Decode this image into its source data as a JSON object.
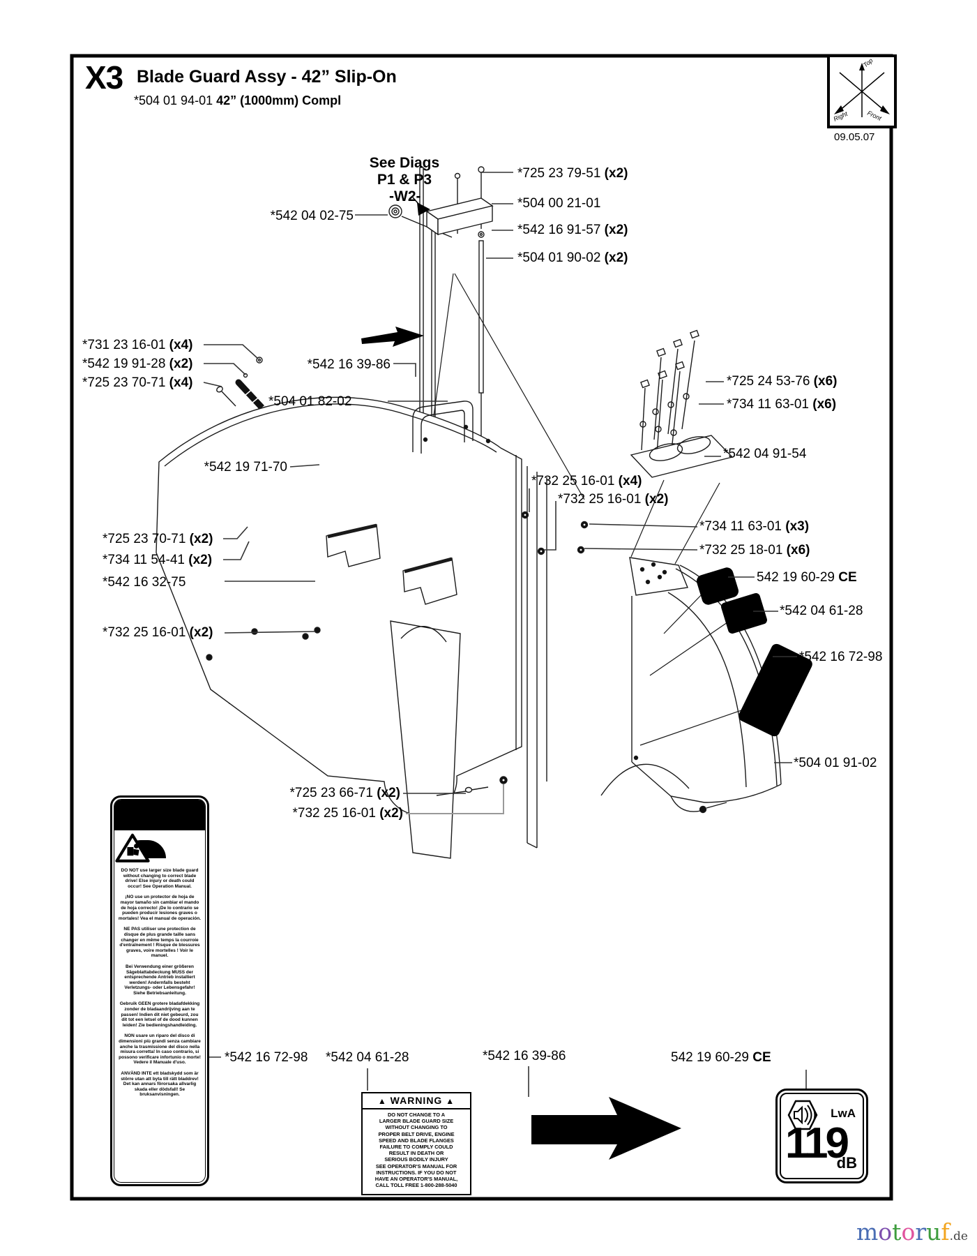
{
  "header": {
    "code": "X3",
    "title": "Blade Guard Assy - 42” Slip-On",
    "part_prefix": "*504 01 94-01 ",
    "part_bold": "42” (1000mm) Compl",
    "date": "09.05.07"
  },
  "orientation": {
    "top": "Top",
    "right": "Right",
    "front": "Front"
  },
  "diagram_note": {
    "line1": "See Diags",
    "line2": "P1 & P3",
    "w2": "-W2-"
  },
  "icons": {
    "warning_triangle": "▲"
  },
  "labels": [
    {
      "n": "*725 23 79-51",
      "q": "(x2)"
    },
    {
      "n": "*542 04 02-75",
      "q": ""
    },
    {
      "n": "*504 00 21-01",
      "q": ""
    },
    {
      "n": "*542 16 91-57",
      "q": "(x2)"
    },
    {
      "n": "*504 01 90-02",
      "q": "(x2)"
    },
    {
      "n": "*542 16 39-86",
      "q": ""
    },
    {
      "n": "*731 23 16-01",
      "q": "(x4)"
    },
    {
      "n": "*542 19 91-28",
      "q": "(x2)"
    },
    {
      "n": "*725 23 70-71",
      "q": "(x4)"
    },
    {
      "n": "*504 01 82-02",
      "q": ""
    },
    {
      "n": "*542 19 71-70",
      "q": ""
    },
    {
      "n": "*725 24 53-76",
      "q": "(x6)"
    },
    {
      "n": "*734 11 63-01",
      "q": "(x6)"
    },
    {
      "n": "*542 04 91-54",
      "q": ""
    },
    {
      "n": "*732 25 16-01",
      "q": "(x4)"
    },
    {
      "n": "*732 25 16-01",
      "q": "(x2)"
    },
    {
      "n": "*734 11 63-01",
      "q": "(x3)"
    },
    {
      "n": "*732 25 18-01",
      "q": "(x6)"
    },
    {
      "n": "542 19 60-29",
      "q": "CE"
    },
    {
      "n": "*542 04 61-28",
      "q": ""
    },
    {
      "n": "*542 16 72-98",
      "q": ""
    },
    {
      "n": "*504 01 91-02",
      "q": ""
    },
    {
      "n": "*725 23 70-71",
      "q": "(x2)"
    },
    {
      "n": "*734 11 54-41",
      "q": "(x2)"
    },
    {
      "n": "*542 16 32-75",
      "q": ""
    },
    {
      "n": "*732 25 16-01",
      "q": "(x2)"
    },
    {
      "n": "*725 23 66-71",
      "q": "(x2)"
    },
    {
      "n": "*732 25 16-01",
      "q": "(x2)"
    },
    {
      "n": "*542 16 72-98",
      "q": ""
    },
    {
      "n": "*542 04 61-28",
      "q": ""
    },
    {
      "n": "*542 16 39-86",
      "q": ""
    },
    {
      "n": "542 19 60-29",
      "q": "CE"
    }
  ],
  "stickers": {
    "multilang": {
      "paragraphs": [
        "DO NOT use larger size blade guard without changing to correct blade drive! Else injury or death could occur! See Operation Manual.",
        "¡NO use un protector de hoja de mayor tamaño sin cambiar el mando de hoja correcto! ¡De lo contrario se pueden producir lesiones graves o mortales! Vea el manual de operación.",
        "NE PAS utiliser une protection de disque de plus grande taille sans changer en même temps la courroie d'entraînement ! Risque de blessures graves, voire mortelles ! Voir le manuel.",
        "Bei Verwendung einer größeren Sägeblattabdeckung MUSS der entsprechende Antrieb installiert werden! Andernfalls besteht Verletzungs- oder Lebensgefahr! Siehe Betriebsanleitung.",
        "Gebruik GEEN grotere bladafdekking zonder de bladaandrijving aan te passen! Indien dit niet gebeurd, zou dit tot een letsel of de dood kunnen leiden! Zie bedieningshandleiding.",
        "NON usare un riparo del disco di dimensioni più grandi senza cambiare anche la trasmissione del disco nella misura corretta! In caso contrario, si possono verificare infortunio o morte! Vedere il Manuale d'uso.",
        "ANVÄND INTE ett bladskydd som är större utan att byta till rätt bladdrev! Det kan annars förorsaka allvarlig skada eller dödsfall! Se bruksanvisningen."
      ]
    },
    "warning": {
      "title": "WARNING",
      "lines": [
        "DO NOT CHANGE TO A",
        "LARGER BLADE GUARD SIZE",
        "WITHOUT CHANGING TO",
        "PROPER BELT DRIVE, ENGINE",
        "SPEED AND BLADE FLANGES",
        "FAILURE TO COMPLY COULD",
        "RESULT IN DEATH OR",
        "SERIOUS BODILY INJURY",
        "SEE OPERATOR'S MANUAL FOR",
        "INSTRUCTIONS. IF YOU DO NOT",
        "HAVE AN OPERATOR'S MANUAL,",
        "CALL TOLL FREE 1-800-288-5040"
      ]
    },
    "noise": {
      "lwa": "LwA",
      "value": "119",
      "unit": "dB"
    }
  },
  "watermark": {
    "letters": [
      {
        "ch": "m",
        "style": "color:#4a6db4"
      },
      {
        "ch": "o",
        "style": "color:#7e4fae"
      },
      {
        "ch": "t",
        "style": "color:#3d9c3d"
      },
      {
        "ch": "o",
        "style": "color:#e0559e"
      },
      {
        "ch": "r",
        "style": "color:#4a6db4"
      },
      {
        "ch": "u",
        "style": "color:#3d9c3d"
      },
      {
        "ch": "f",
        "style": "color:#f2a51f"
      }
    ],
    "suffix": ".de"
  }
}
